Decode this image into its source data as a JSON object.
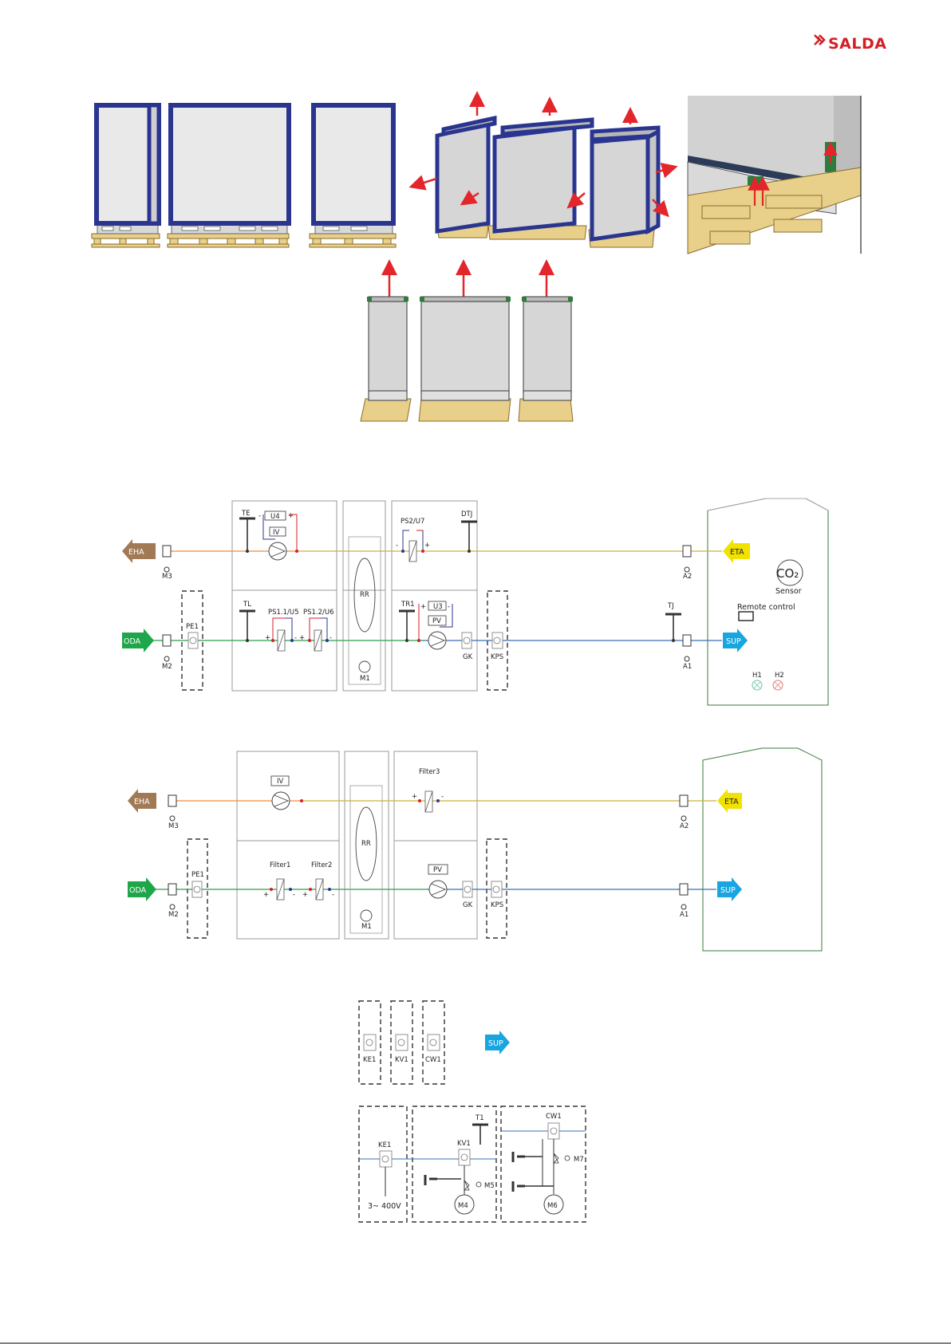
{
  "brand": {
    "name": "SALDA"
  },
  "colors": {
    "brand_red": "#d41f26",
    "frame_blue": "#2a3590",
    "pallet": "#e8cf8a",
    "arrow_red": "#e3262b",
    "eha": "#a17a55",
    "oda": "#1fa64b",
    "eta": "#f2e200",
    "sup": "#19a6e0",
    "duct_orange": "#f08a3c",
    "duct_yellow": "#c9b53a",
    "duct_green": "#2e9e4d",
    "duct_blue": "#3a6fb5"
  },
  "diagram1": {
    "arrows": {
      "eha": "EHA",
      "oda": "ODA",
      "eta": "ETA",
      "sup": "SUP"
    },
    "dampers": {
      "m3": "M3",
      "m2": "M2",
      "a2": "A2",
      "a1": "A1"
    },
    "pe1": "PE1",
    "sensors": {
      "te": "TE",
      "u4": "U4",
      "iv": "IV",
      "ps2": "PS2/U7",
      "dtj": "DTJ",
      "tl": "TL",
      "ps11": "PS1.1/U5",
      "ps12": "PS1.2/U6",
      "rr": "RR",
      "m1": "M1",
      "tr1": "TR1",
      "u3": "U3",
      "pv": "PV",
      "gk": "GK",
      "kps": "KPS",
      "tj": "TJ"
    },
    "room": {
      "co2": "CO₂",
      "sensor": "Sensor",
      "remote": "Remote control",
      "h1": "H1",
      "h2": "H2"
    },
    "signs": {
      "plus": "+",
      "minus": "-"
    }
  },
  "diagram2": {
    "arrows": {
      "eha": "EHA",
      "oda": "ODA",
      "eta": "ETA",
      "sup": "SUP"
    },
    "dampers": {
      "m3": "M3",
      "m2": "M2",
      "a2": "A2",
      "a1": "A1"
    },
    "pe1": "PE1",
    "labels": {
      "iv": "IV",
      "filter3": "Filter3",
      "rr": "RR",
      "filter1": "Filter1",
      "filter2": "Filter2",
      "pv": "PV",
      "gk": "GK",
      "kps": "KPS",
      "m1": "M1"
    },
    "signs": {
      "plus": "+",
      "minus": "-"
    }
  },
  "diagram3": {
    "modules": [
      "KE1",
      "KV1",
      "CW1"
    ],
    "sup": "SUP",
    "heater": {
      "ke1": "KE1",
      "power": "3~ 400V"
    },
    "water_heater": {
      "t1": "T1",
      "kv1": "KV1",
      "m5": "M5",
      "m4": "M4"
    },
    "cooler": {
      "cw1": "CW1",
      "m7": "M7",
      "m6": "M6"
    }
  }
}
